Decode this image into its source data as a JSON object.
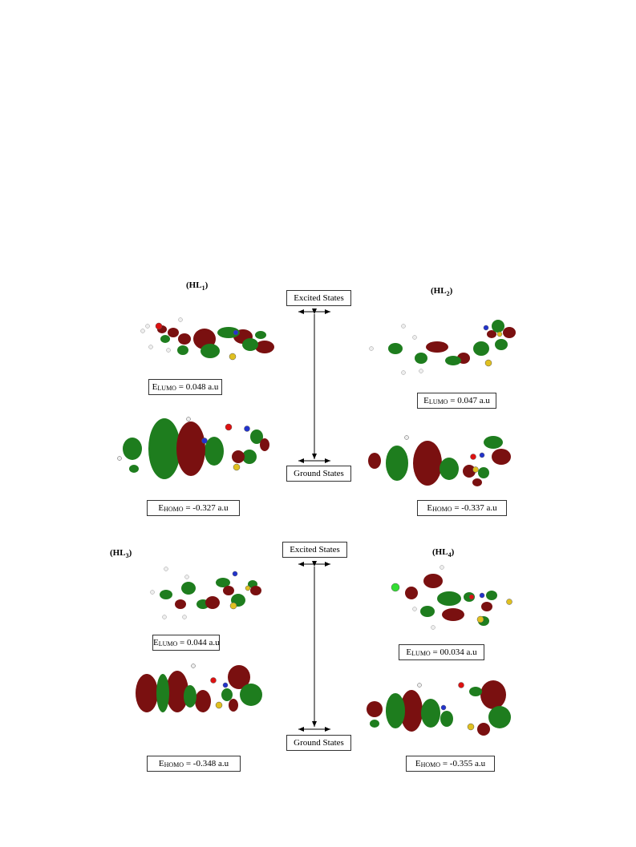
{
  "molecules": [
    {
      "name_main": "HL",
      "name_sub": "1",
      "lumo_label": "0.048 a.u",
      "homo_label": "-0.327 a.u"
    },
    {
      "name_main": "HL",
      "name_sub": "2",
      "lumo_label": "0.047 a.u",
      "homo_label": "-0.337 a.u"
    },
    {
      "name_main": "HL",
      "name_sub": "3",
      "lumo_label": "0.044 a.u",
      "homo_label": "-0.348 a.u"
    },
    {
      "name_main": "HL",
      "name_sub": "4",
      "lumo_label": "00.034 a.u",
      "homo_label": "-0.355 a.u"
    }
  ],
  "states": {
    "excited": "Excited States",
    "ground": "Ground States"
  },
  "energy": {
    "prefix": "E",
    "lumo_sub": "LUMO",
    "homo_sub": "HOMO",
    "eq": " = "
  },
  "colors": {
    "lobe_red": "#7a1010",
    "lobe_green": "#1e7d1e",
    "carbon": "#a8a8a8",
    "hydrogen": "#eeeeee",
    "nitrogen": "#2233cc",
    "oxygen": "#dd1111",
    "sulfur": "#e0c020",
    "chlorine": "#33dd33"
  }
}
